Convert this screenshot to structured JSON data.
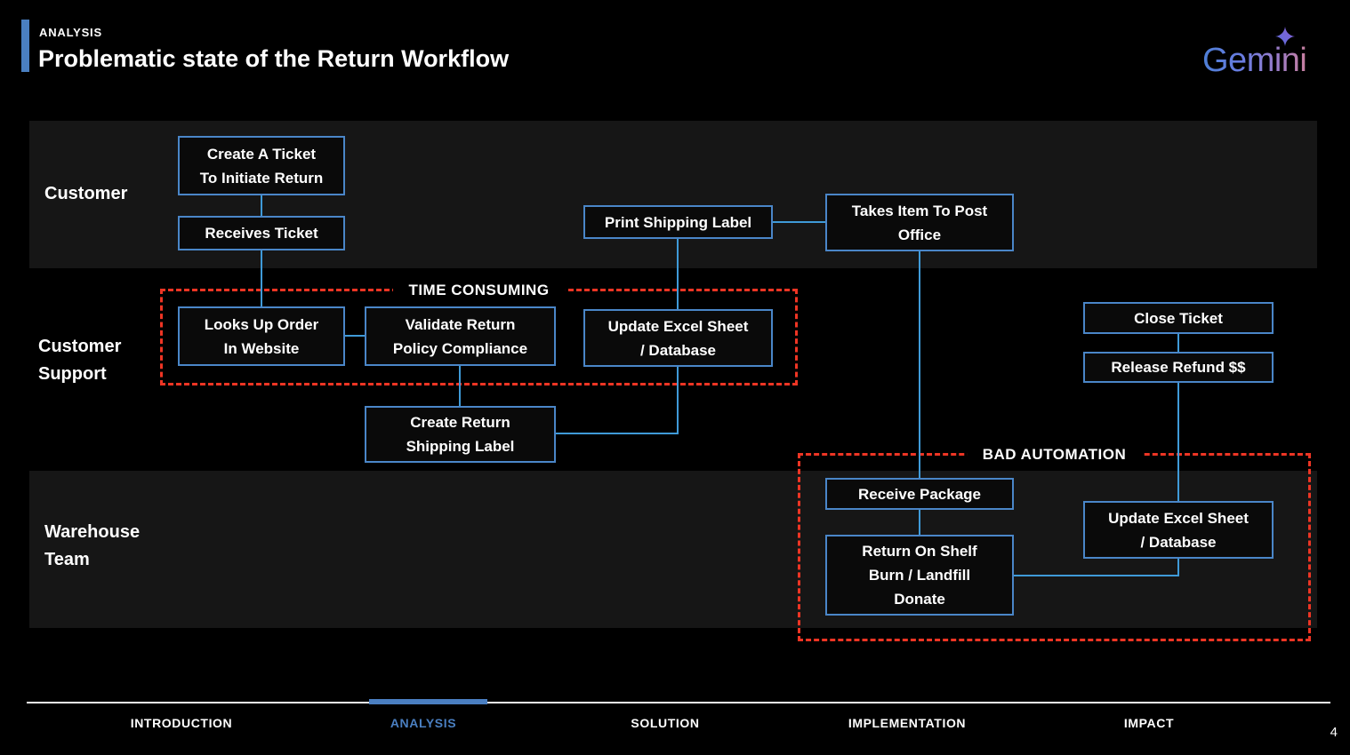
{
  "header": {
    "eyebrow": "ANALYSIS",
    "title": "Problematic state of the Return Workflow",
    "brand": "Gemini"
  },
  "colors": {
    "accent_blue": "#4a7fc1",
    "box_border_blue": "#4a86c8",
    "connector_blue": "#3f9ad8",
    "alert_red": "#ee3524",
    "lane_background": "#161616"
  },
  "lanes": {
    "customer": "Customer",
    "customer_support": "Customer\nSupport",
    "warehouse": "Warehouse\nTeam"
  },
  "annotations": {
    "time_consuming": "TIME CONSUMING",
    "bad_automation": "BAD AUTOMATION"
  },
  "boxes": {
    "create_ticket": "Create A Ticket\nTo Initiate Return",
    "receives_ticket": "Receives Ticket",
    "print_label": "Print Shipping Label",
    "takes_item": "Takes Item To Post\nOffice",
    "looks_up_order": "Looks Up Order\nIn Website",
    "validate_return": "Validate Return\nPolicy Compliance",
    "update_excel_cs": "Update Excel Sheet\n/ Database",
    "create_return_label": "Create Return\nShipping Label",
    "close_ticket": "Close Ticket",
    "release_refund": "Release Refund $$",
    "receive_package": "Receive Package",
    "return_on_shelf": "Return On Shelf\nBurn / Landfill\nDonate",
    "update_excel_wh": "Update Excel Sheet\n/ Database"
  },
  "footer": {
    "nav": [
      {
        "label": "INTRODUCTION",
        "active": false
      },
      {
        "label": "ANALYSIS",
        "active": true
      },
      {
        "label": "SOLUTION",
        "active": false
      },
      {
        "label": "IMPLEMENTATION",
        "active": false
      },
      {
        "label": "IMPACT",
        "active": false
      }
    ],
    "page_number": "4"
  }
}
